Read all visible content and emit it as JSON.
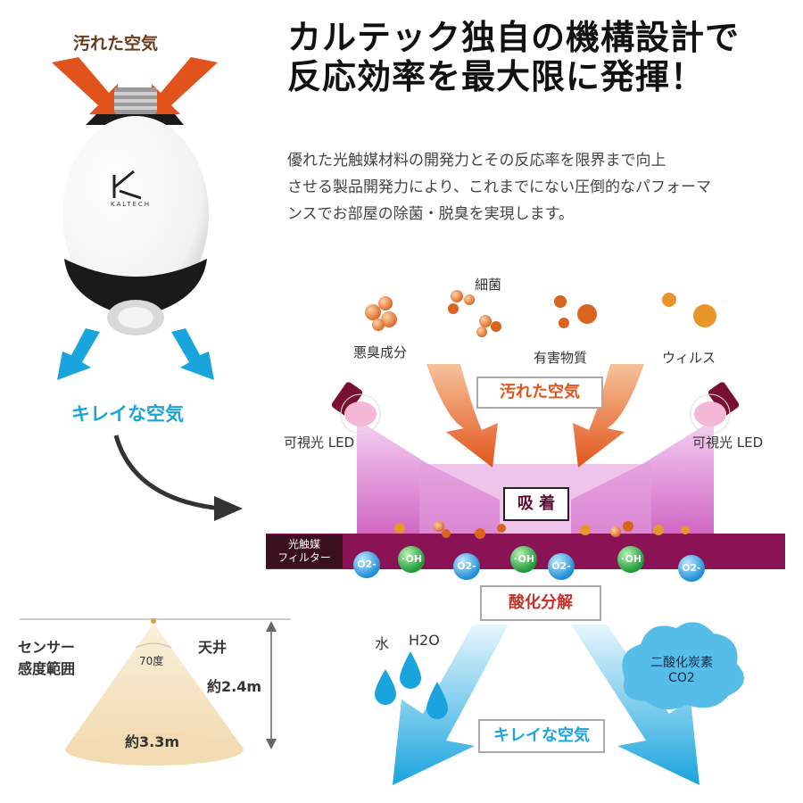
{
  "headline": {
    "line1": "カルテック独自の機構設計で",
    "line2": "反応効率を最大限に発揮！"
  },
  "description": {
    "line1": "優れた光触媒材料の開発力とその反応率を限界まで向上",
    "line2": "させる製品開発力により、これまでにない圧倒的なパフォーマ",
    "line3": "ンスでお部屋の除菌・脱臭を実現します。"
  },
  "bulb": {
    "brand": "KALTECH",
    "dirty_air_label": "汚れた空気",
    "clean_air_label": "キレイな空気"
  },
  "diagram": {
    "bacteria": "細菌",
    "odor": "悪臭成分",
    "harmful": "有害物質",
    "virus": "ウィルス",
    "dirty_air": "汚れた空気",
    "led_left": "可視光 LED",
    "led_right": "可視光 LED",
    "adsorption": "吸 着",
    "filter_line1": "光触媒",
    "filter_line2": "フィルター",
    "oxidation": "酸化分解",
    "water": "水",
    "h2o": "H2O",
    "co2_line1": "二酸化炭素",
    "co2_line2": "CO2",
    "clean_air": "キレイな空気",
    "o2": "O2-",
    "oh": "･OH"
  },
  "sensor": {
    "title_line1": "センサー",
    "title_line2": "感度範囲",
    "angle": "70度",
    "ceiling": "天井",
    "height": "約2.4m",
    "width": "約3.3m"
  },
  "colors": {
    "accent_orange": "#e2541b",
    "accent_blue": "#1aa4de",
    "filter_magenta": "#8a1356",
    "box_red": "#c8302a"
  }
}
